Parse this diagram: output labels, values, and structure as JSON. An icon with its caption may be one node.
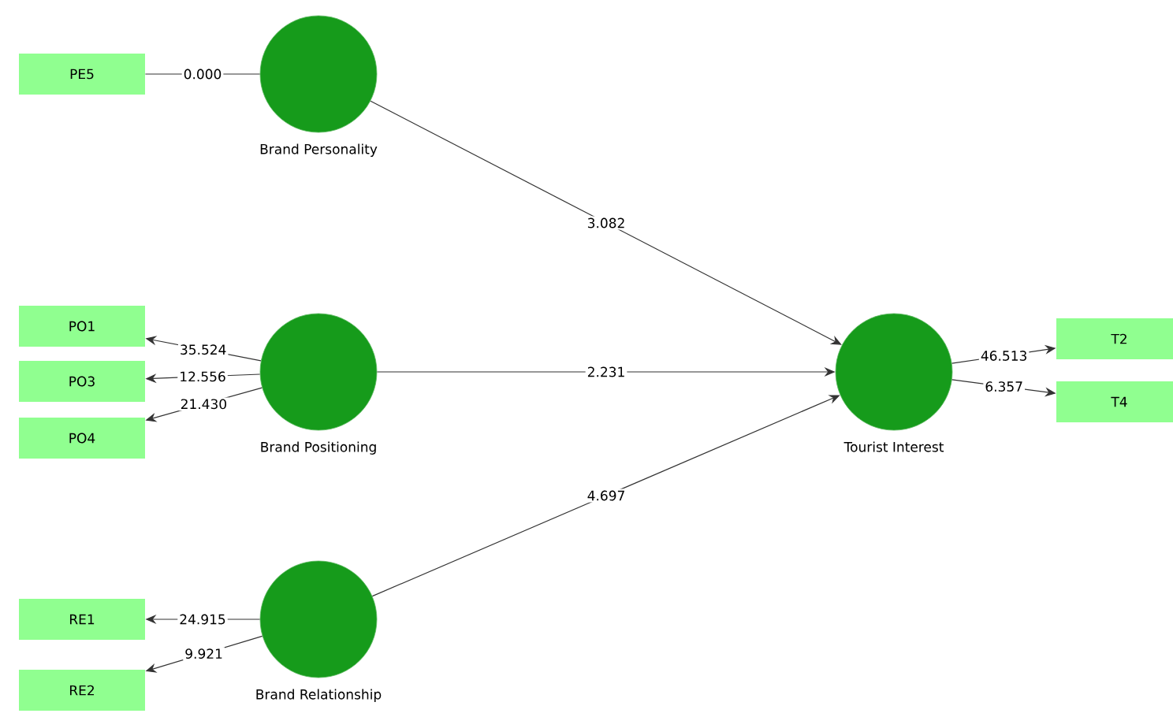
{
  "diagram": {
    "nodes": [
      {
        "text": [
          "PE5"
        ]
      },
      {
        "text": [
          "Brand Personality"
        ]
      },
      {
        "text": [
          "PO1"
        ]
      },
      {
        "text": [
          "PO3"
        ]
      },
      {
        "text": [
          "PO4"
        ]
      },
      {
        "text": [
          "Brand Positioning"
        ]
      },
      {
        "text": [
          "RE1"
        ]
      },
      {
        "text": [
          "RE2"
        ]
      },
      {
        "text": [
          "Brand Relationship"
        ]
      },
      {
        "text": [
          "Tourist Interest"
        ]
      },
      {
        "text": [
          "T2"
        ]
      },
      {
        "text": [
          "T4"
        ]
      }
    ],
    "edges": [
      {
        "from": 1,
        "to": 0,
        "arrow": "none",
        "label": "0.000"
      },
      {
        "from": 5,
        "to": 2,
        "arrow": "to",
        "label": "35.524"
      },
      {
        "from": 5,
        "to": 3,
        "arrow": "to",
        "label": "12.556"
      },
      {
        "from": 5,
        "to": 4,
        "arrow": "to",
        "label": "21.430"
      },
      {
        "from": 8,
        "to": 6,
        "arrow": "to",
        "label": "24.915"
      },
      {
        "from": 8,
        "to": 7,
        "arrow": "to",
        "label": "9.921"
      },
      {
        "from": 1,
        "to": 9,
        "arrow": "to",
        "label": "3.082"
      },
      {
        "from": 5,
        "to": 9,
        "arrow": "to",
        "label": "2.231"
      },
      {
        "from": 8,
        "to": 9,
        "arrow": "to",
        "label": "4.697"
      },
      {
        "from": 9,
        "to": 10,
        "arrow": "to",
        "label": "46.513"
      },
      {
        "from": 9,
        "to": 11,
        "arrow": "to",
        "label": "6.357"
      }
    ]
  }
}
